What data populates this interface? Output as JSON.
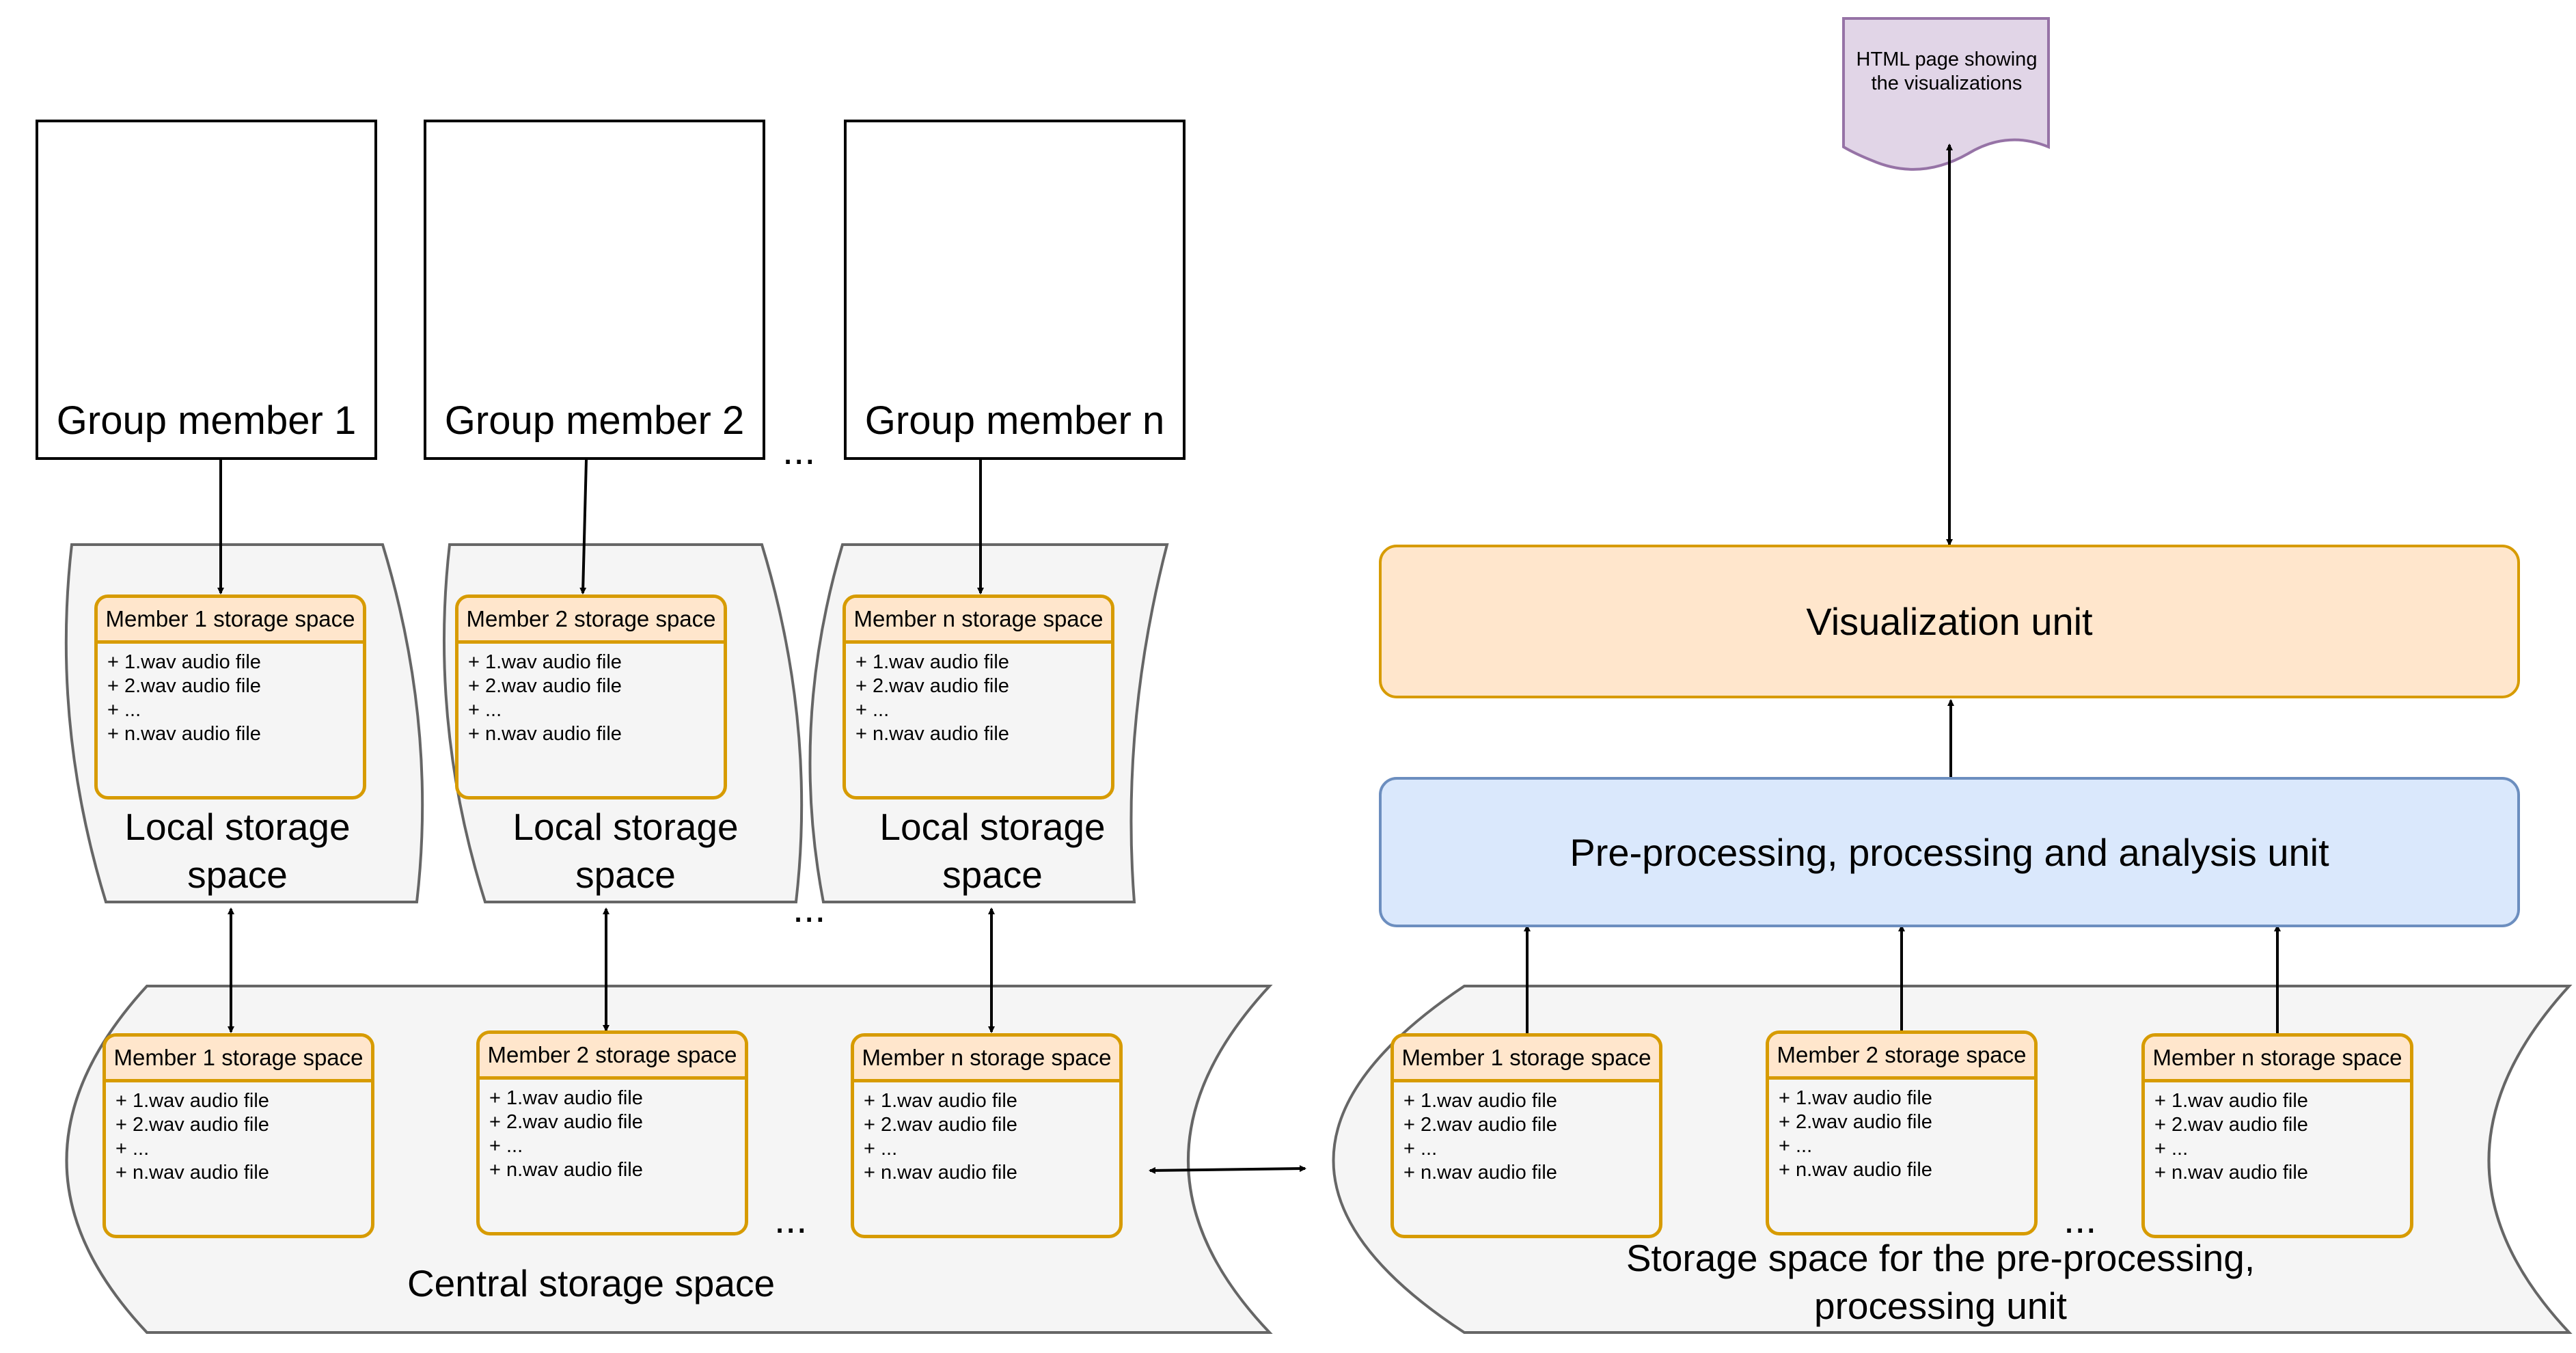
{
  "members": [
    {
      "label": "Group member 1"
    },
    {
      "label": "Group member 2"
    },
    {
      "label": "Group member n"
    }
  ],
  "storage_card": {
    "titles": [
      "Member 1 storage space",
      "Member 2 storage space",
      "Member n storage space"
    ],
    "files": [
      "+ 1.wav audio file",
      "+ 2.wav audio file",
      "+ ...",
      "+ n.wav audio file"
    ]
  },
  "local_storage_label": "Local storage space",
  "central_storage_label": "Central storage space",
  "processing_storage_label": "Storage space for the pre-processing, processing unit",
  "processing_unit_label": "Pre-processing, processing and analysis unit",
  "visualization_unit_label": "Visualization unit",
  "html_page_label": "HTML page showing the visualizations",
  "ellipsis": "...",
  "colors": {
    "actor": "#6f0000",
    "actor_fill": "#a20025",
    "card_border": "#d79b00",
    "card_header": "#ffe6cc",
    "panel_fill": "#f5f5f5",
    "panel_border": "#666666",
    "processing_fill": "#dae8fc",
    "processing_border": "#6c8ebf",
    "visualization_fill": "#ffe6cc",
    "visualization_border": "#d79b00",
    "document_fill": "#e1d5e7",
    "document_border": "#9673a6"
  },
  "icons": {
    "actor": "actor-icon",
    "document": "document-icon"
  }
}
